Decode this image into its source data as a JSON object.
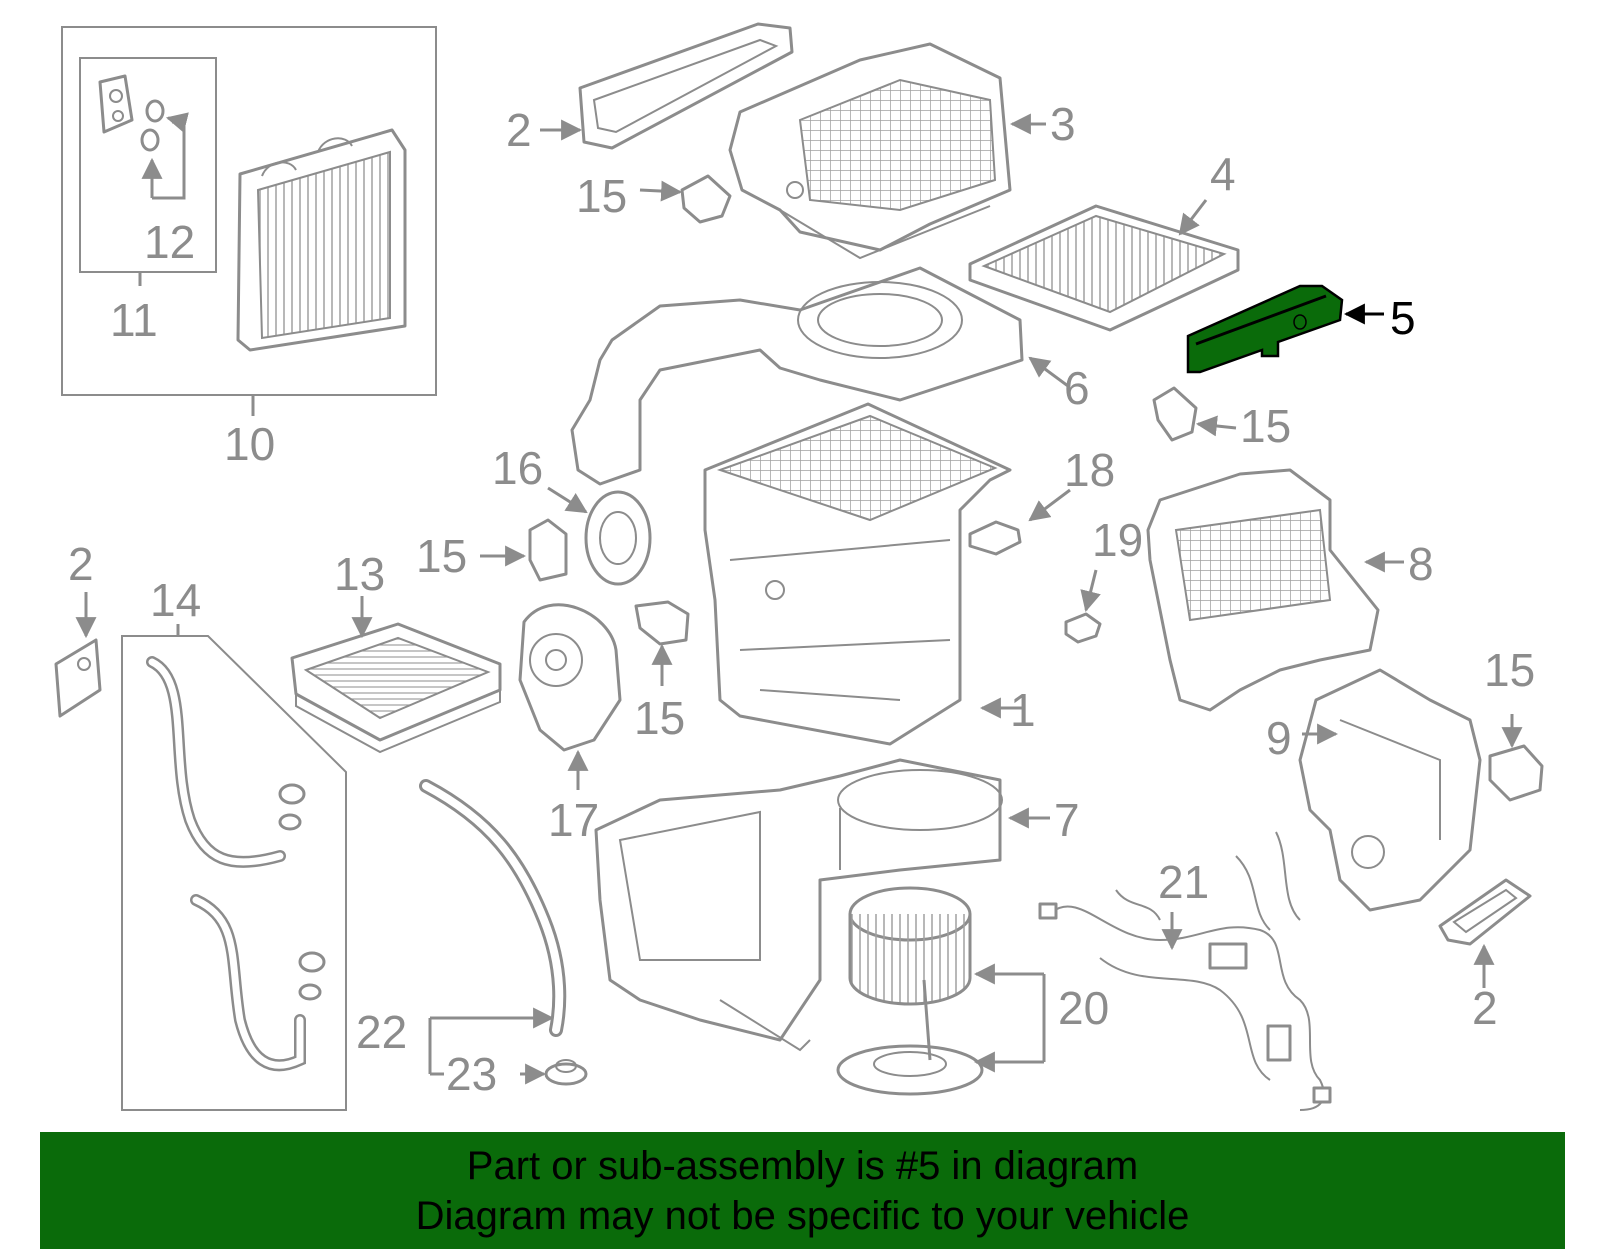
{
  "diagram": {
    "highlight_color": "#0a6b0a",
    "label_color": "#8c8c8c",
    "highlighted_part": "5",
    "callouts": [
      "1",
      "2",
      "3",
      "4",
      "5",
      "6",
      "7",
      "8",
      "9",
      "10",
      "11",
      "12",
      "13",
      "14",
      "15",
      "16",
      "17",
      "18",
      "19",
      "20",
      "21",
      "22",
      "23"
    ]
  },
  "banner": {
    "line1": "Part or sub-assembly is #5 in diagram",
    "line2": "Diagram may not be specific to your vehicle",
    "background": "#0a6b0a"
  }
}
